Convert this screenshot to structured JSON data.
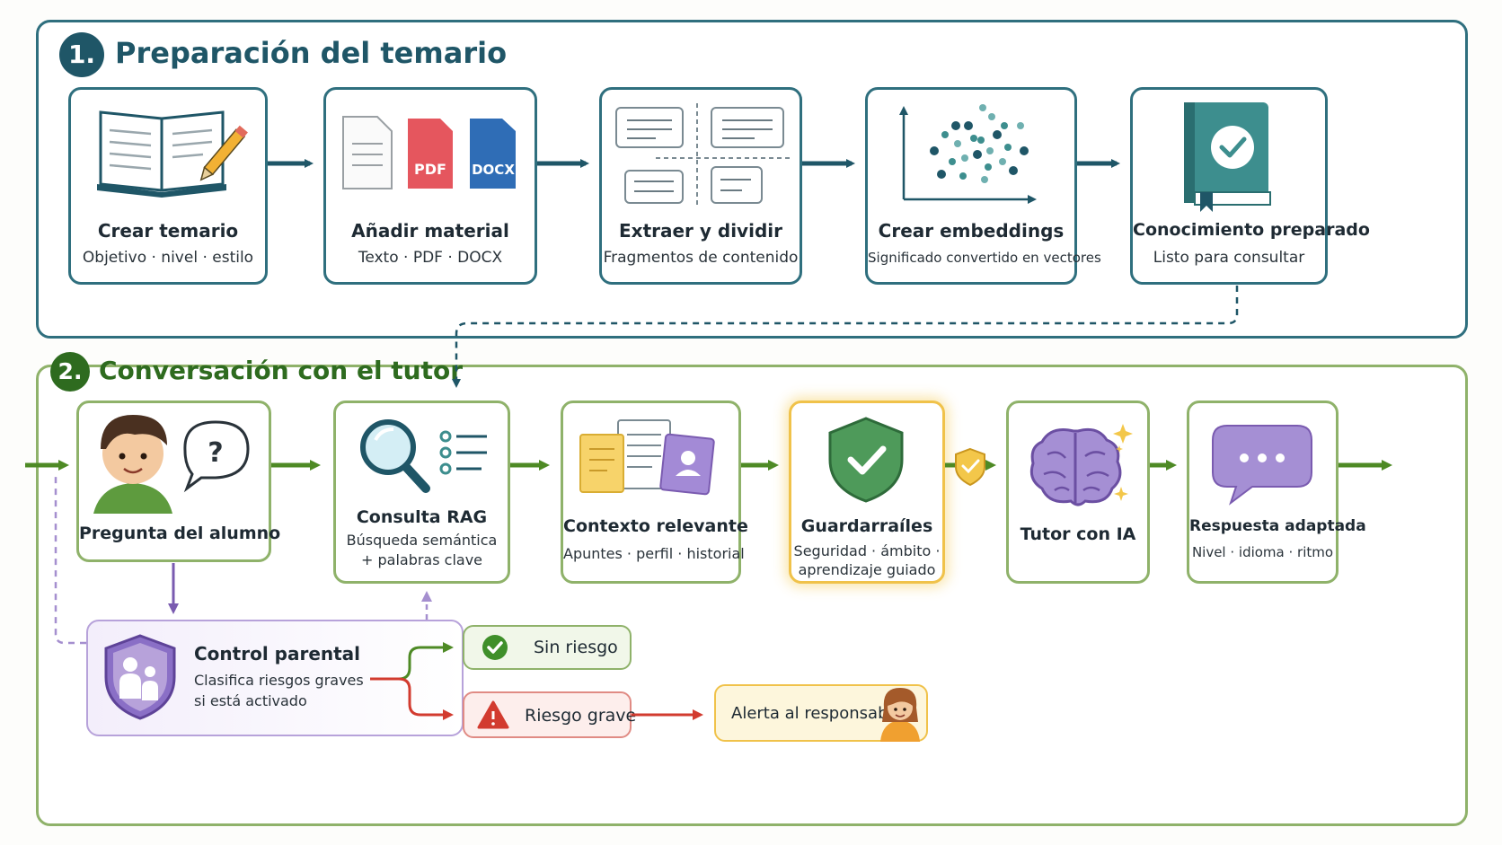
{
  "section1": {
    "number": "1.",
    "title": "Preparación del temario",
    "color": "#1f5667",
    "steps": [
      {
        "title": "Crear temario",
        "subtitle": "Objetivo · nivel · estilo",
        "icon": "open-book-pencil-icon"
      },
      {
        "title": "Añadir material",
        "subtitle": "Texto · PDF · DOCX",
        "icon": "documents-icon",
        "badges": [
          "PDF",
          "DOCX"
        ]
      },
      {
        "title": "Extraer y dividir",
        "subtitle": "Fragmentos de contenido",
        "icon": "text-fragments-icon"
      },
      {
        "title": "Crear embeddings",
        "subtitle": "Significado convertido en vectores",
        "icon": "vector-scatter-icon"
      },
      {
        "title": "Conocimiento preparado",
        "subtitle": "Listo para consultar",
        "icon": "book-check-icon"
      }
    ]
  },
  "section2": {
    "number": "2.",
    "title": "Conversación con el tutor",
    "color": "#2e6b1f",
    "steps": [
      {
        "title": "Pregunta del alumno",
        "subtitle": "",
        "icon": "student-question-icon"
      },
      {
        "title": "Consulta RAG",
        "subtitle": "Búsqueda semántica\n+ palabras clave",
        "icon": "magnifier-list-icon"
      },
      {
        "title": "Contexto relevante",
        "subtitle": "Apuntes · perfil · historial",
        "icon": "context-documents-icon"
      },
      {
        "title": "Guardarraíles",
        "subtitle": "Seguridad · ámbito ·\naprendizaje guiado",
        "icon": "shield-check-icon"
      },
      {
        "title": "Tutor con IA",
        "subtitle": "",
        "icon": "brain-sparkle-icon"
      },
      {
        "title": "Respuesta adaptada",
        "subtitle": "Nivel · idioma · ritmo",
        "icon": "chat-bubble-icon"
      }
    ],
    "parental": {
      "title": "Control parental",
      "subtitle": "Clasifica riesgos graves\nsi está activado",
      "icon": "family-shield-icon"
    },
    "outcomes": {
      "safe": "Sin riesgo",
      "risk": "Riesgo grave",
      "alert": "Alerta al responsable"
    }
  },
  "colors": {
    "teal": "#2f6f7e",
    "green": "#4e8a25",
    "purple": "#7a5bb0",
    "red": "#d23b2f",
    "guard_yellow": "#f3c74a"
  }
}
